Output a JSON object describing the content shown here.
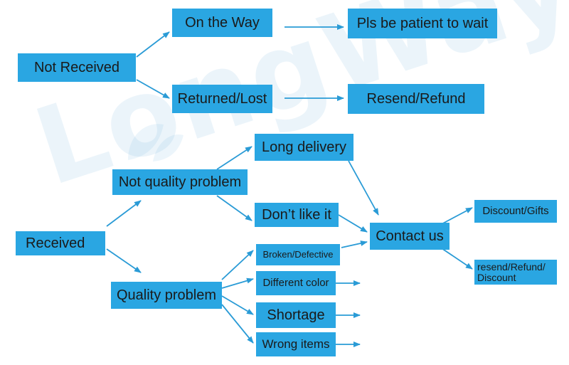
{
  "colors": {
    "node_fill": "#2aa6e2",
    "arrow": "#2a9bd6",
    "text": "#1a1a1a",
    "background": "#ffffff"
  },
  "watermark": {
    "text": "LongWay"
  },
  "nodes": {
    "not_received": "Not Received",
    "on_the_way": "On the Way",
    "be_patient": "Pls be patient to wait",
    "returned_lost": "Returned/Lost",
    "resend_refund": "Resend/Refund",
    "received": "Received",
    "not_quality_problem": "Not quality problem",
    "long_delivery": "Long delivery",
    "dont_like_it": "Don’t like it",
    "quality_problem": "Quality problem",
    "broken_defective": "Broken/Defective",
    "different_color": "Different color",
    "shortage": "Shortage",
    "wrong_items": "Wrong items",
    "contact_us": "Contact us",
    "discount_gifts": "Discount/Gifts",
    "resend_refund_discount_line1": "resend/Refund/",
    "resend_refund_discount_line2": "Discount"
  }
}
